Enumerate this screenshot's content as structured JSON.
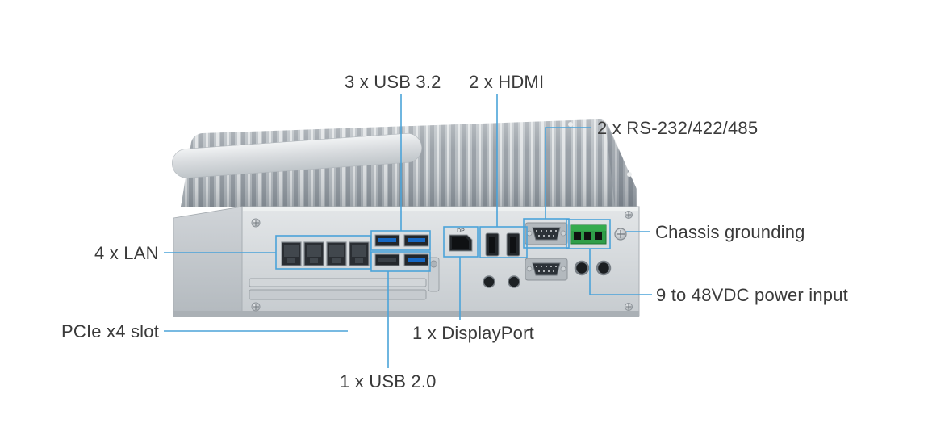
{
  "figure": {
    "kind": "annotated product I/O diagram"
  },
  "callouts": {
    "usb32": "3 x USB 3.2",
    "hdmi": "2 x HDMI",
    "rs232": "2 x RS-232/422/485",
    "lan": "4 x LAN",
    "grounding": "Chassis grounding",
    "power": "9 to 48VDC power input",
    "pcie": "PCIe x4 slot",
    "displayport": "1 x DisplayPort",
    "usb20": "1 x USB 2.0"
  },
  "port_markings": {
    "dp": "DP"
  },
  "colors": {
    "annotation": "#4BA3D9",
    "label_text": "#3A3A3A",
    "chassis_silver": "#C9CED2",
    "usb3_tongue": "#1668C4",
    "power_connector": "#2F9E49"
  }
}
